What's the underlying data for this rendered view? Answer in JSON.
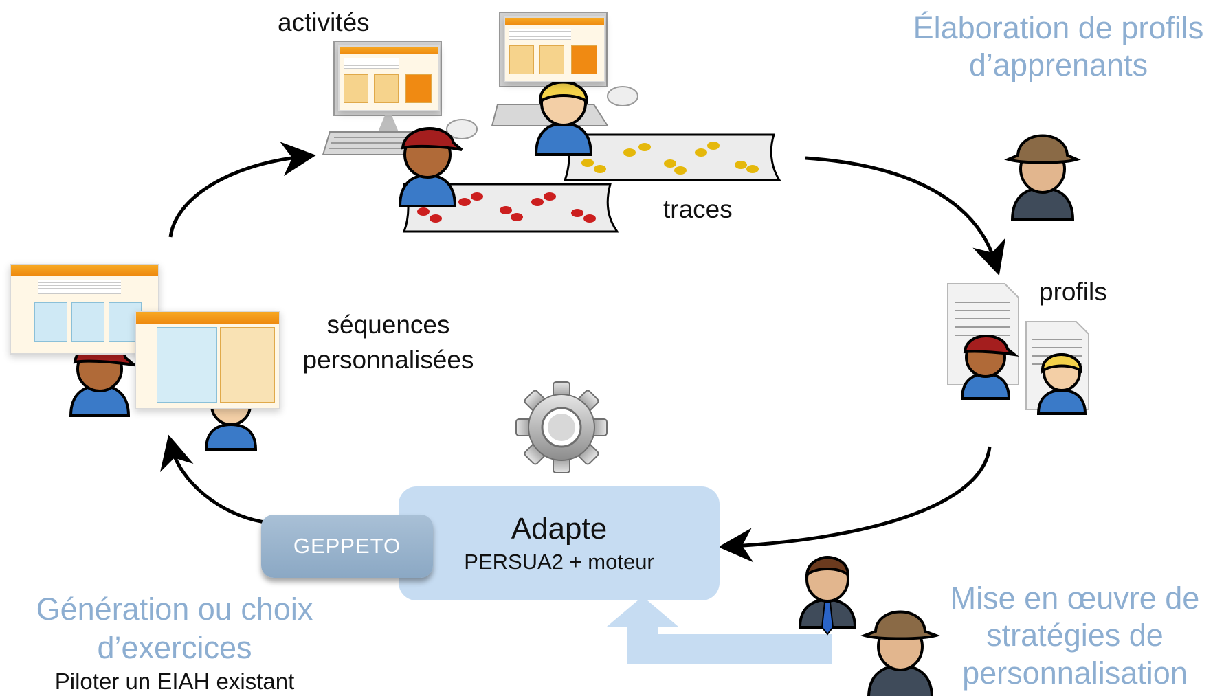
{
  "labels": {
    "activites": "activités",
    "traces": "traces",
    "profils": "profils",
    "sequences_line1": "séquences",
    "sequences_line2": "personnalisées"
  },
  "elaboration": {
    "line1": "Élaboration de profils",
    "line2": "d’apprenants"
  },
  "generation": {
    "line1": "Génération ou choix",
    "line2": "d’exercices",
    "subtitle": "Piloter un EIAH existant"
  },
  "mise_en_oeuvre": {
    "line1": "Mise en œuvre de",
    "line2": "stratégies de",
    "line3": "personnalisation"
  },
  "engine": {
    "title": "Adapte",
    "subtitle": "PERSUA2 + moteur"
  },
  "geppeto": {
    "label": "GEPPETO"
  },
  "colors": {
    "accent_blue": "#8daed1",
    "box_blue": "#c6dcf2",
    "geppeto_blue": "#97b3cd",
    "red_footprint": "#cc1f1f",
    "yellow_footprint": "#e5b80b",
    "arrow": "#000000"
  }
}
